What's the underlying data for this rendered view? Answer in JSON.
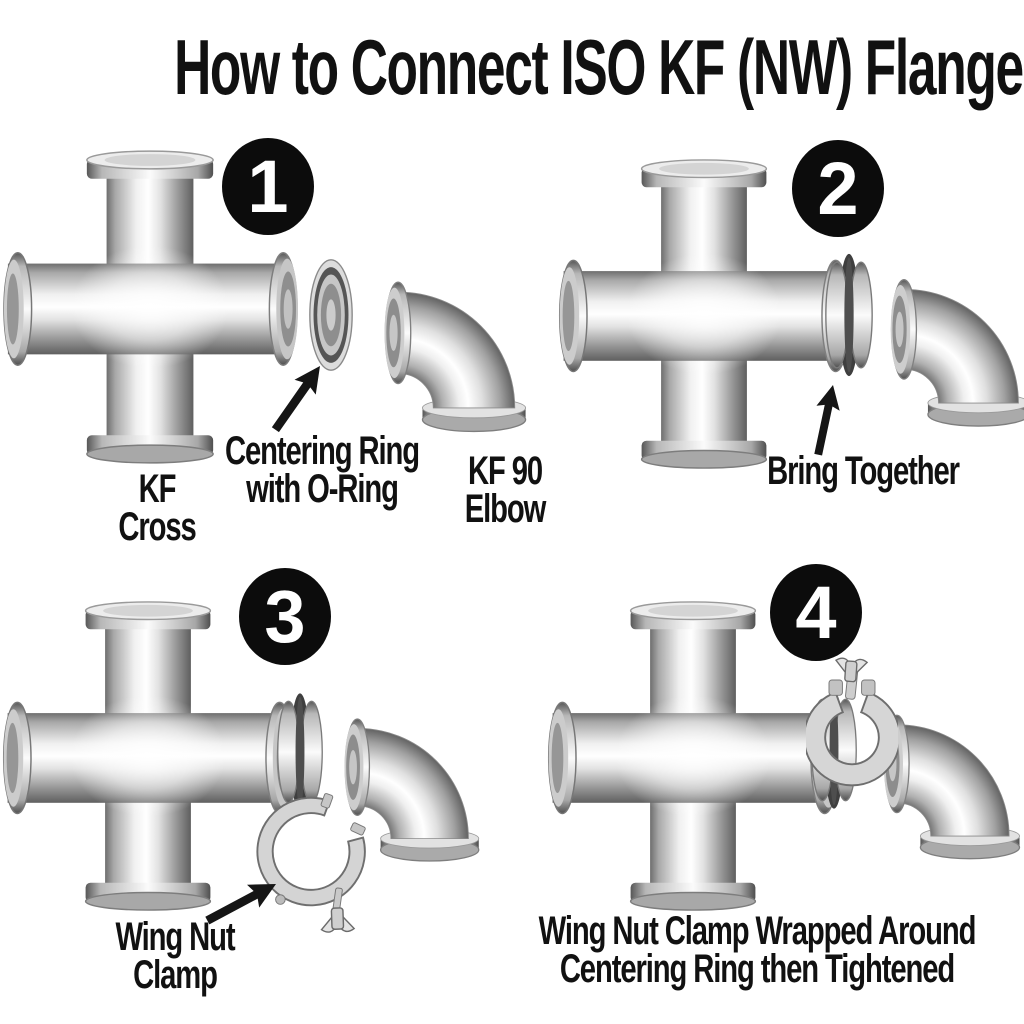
{
  "title": "How to Connect ISO KF (NW) Flanges",
  "steps": {
    "step1": {
      "number": "1",
      "kf_cross_label": "KF\nCross",
      "centering_ring_label": "Centering Ring\nwith O-Ring",
      "elbow_label": "KF 90\nElbow"
    },
    "step2": {
      "number": "2",
      "label": "Bring Together"
    },
    "step3": {
      "number": "3",
      "label": "Wing Nut\nClamp"
    },
    "step4": {
      "number": "4",
      "caption": "Wing Nut Clamp Wrapped Around\nCentering Ring then Tightened"
    }
  },
  "colors": {
    "background": "#ffffff",
    "text": "#111111",
    "badge_bg": "#0c0c0c",
    "badge_text": "#ffffff",
    "arrow": "#151515"
  }
}
